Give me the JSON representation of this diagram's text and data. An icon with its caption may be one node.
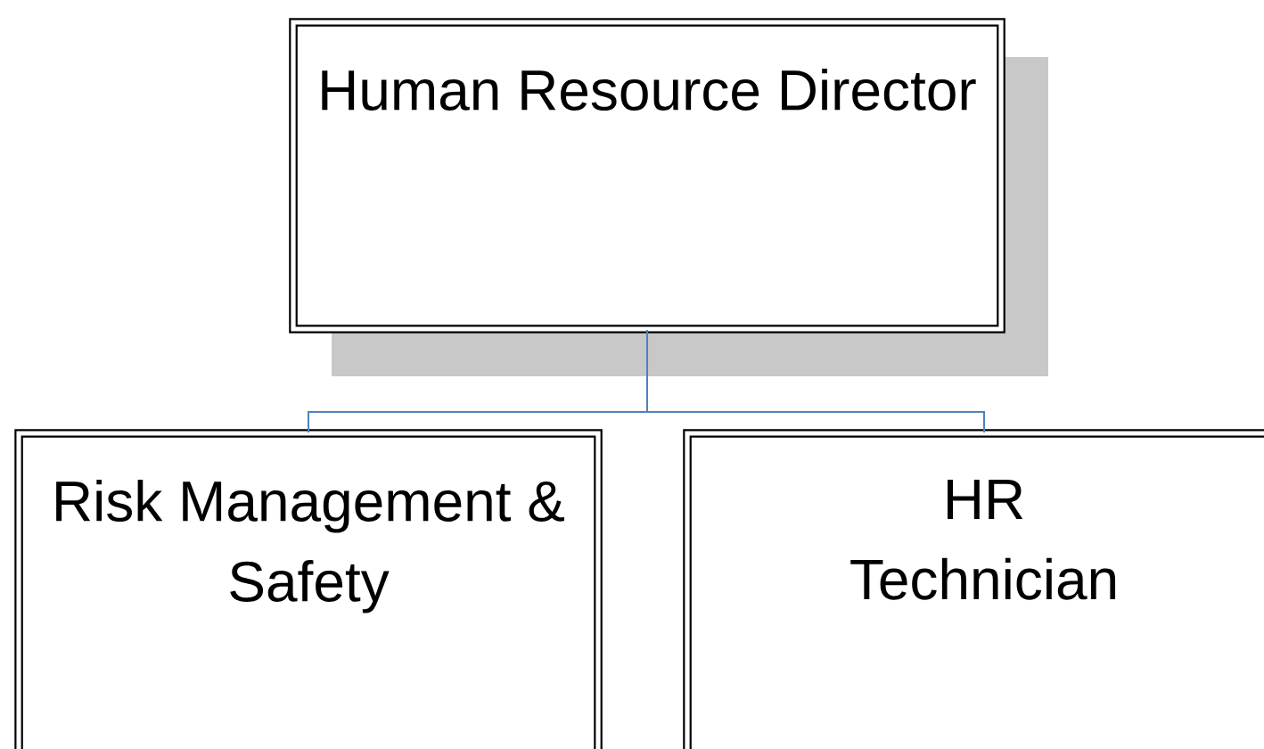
{
  "diagram": {
    "nodes": [
      {
        "text": [
          "Human Resource Director"
        ]
      },
      {
        "text": [
          "Risk Management & Safety"
        ]
      },
      {
        "text": [
          "HR Technician"
        ]
      }
    ],
    "edges": [
      {
        "from": 0,
        "to": 1,
        "arrow": "none"
      },
      {
        "from": 0,
        "to": 2,
        "arrow": "none"
      }
    ]
  }
}
